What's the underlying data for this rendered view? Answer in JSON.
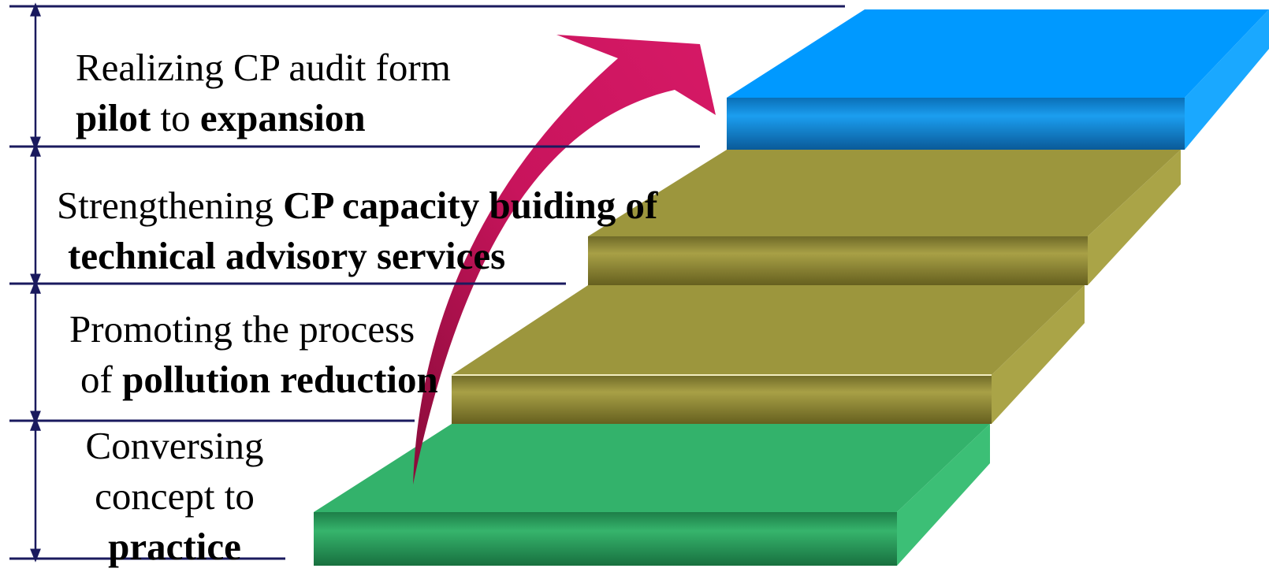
{
  "colors": {
    "rule_line": "#1a1a5e",
    "arrow": "#c8145c",
    "step_top": "#0099ff",
    "step_middle": "#9c963d",
    "step_bottom": "#33b26b"
  },
  "icons": [
    "double-headed-arrow-icon",
    "curved-arrow-icon"
  ],
  "stages": [
    {
      "line1": [
        {
          "text": "Realizing CP audit form",
          "bold": false
        }
      ],
      "line2": [
        {
          "text": "pilot",
          "bold": true
        },
        {
          "text": " to ",
          "bold": false
        },
        {
          "text": "expansion",
          "bold": true
        }
      ]
    },
    {
      "line1": [
        {
          "text": "Strengthening ",
          "bold": false
        },
        {
          "text": "CP capacity buiding of",
          "bold": true
        }
      ],
      "line2": [
        {
          "text": "technical advisory services",
          "bold": true
        }
      ]
    },
    {
      "line1": [
        {
          "text": "Promoting the process",
          "bold": false
        }
      ],
      "line2": [
        {
          "text": "of ",
          "bold": false
        },
        {
          "text": "pollution reduction",
          "bold": true
        }
      ]
    },
    {
      "line1": [
        {
          "text": "Conversing",
          "bold": false
        }
      ],
      "line2": [
        {
          "text": "concept to",
          "bold": false
        }
      ],
      "line3": [
        {
          "text": "practice",
          "bold": true
        }
      ]
    }
  ]
}
